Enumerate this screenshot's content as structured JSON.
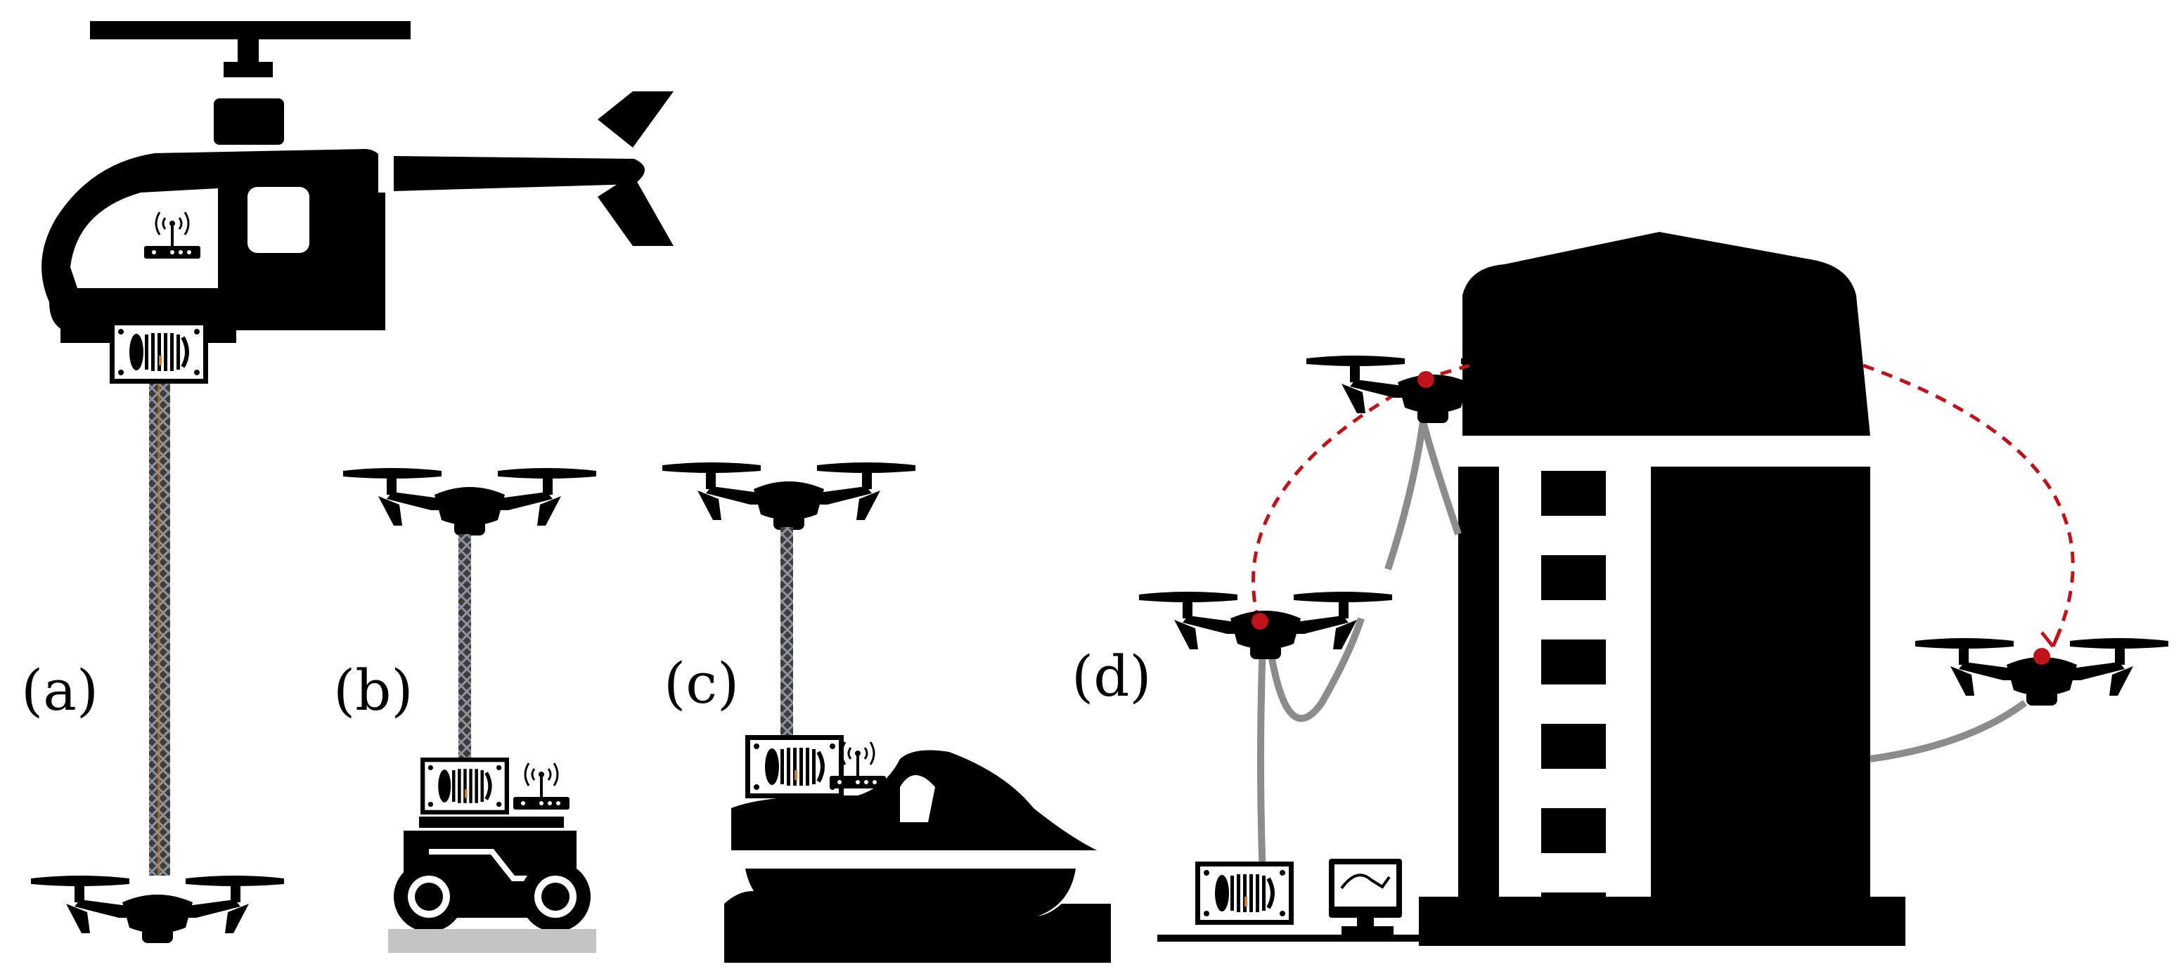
{
  "labels": {
    "a": "(a)",
    "b": "(b)",
    "c": "(c)",
    "d": "(d)"
  },
  "panels": [
    {
      "id": "a",
      "carrier": "helicopter",
      "drone_position": "below"
    },
    {
      "id": "b",
      "carrier": "ground-robot",
      "drone_position": "above"
    },
    {
      "id": "c",
      "carrier": "jet-ski",
      "drone_position": "above"
    },
    {
      "id": "d",
      "carrier": "ground-station",
      "drone_position": "around-building"
    }
  ],
  "colors": {
    "silhouette": "#000000",
    "tether": "#3a3a3a",
    "tether_pattern": "#7d8790",
    "tether_core": "#d07a30",
    "cable_grey": "#8c8c8c",
    "path_red": "#c0121a",
    "ground": "#c4c4c4",
    "background": "#ffffff"
  },
  "icons": [
    "helicopter-icon",
    "drone-icon",
    "wifi-router-icon",
    "tether-reel-icon",
    "robot-car-icon",
    "jet-ski-icon",
    "building-icon",
    "monitor-icon",
    "wave-icon"
  ]
}
